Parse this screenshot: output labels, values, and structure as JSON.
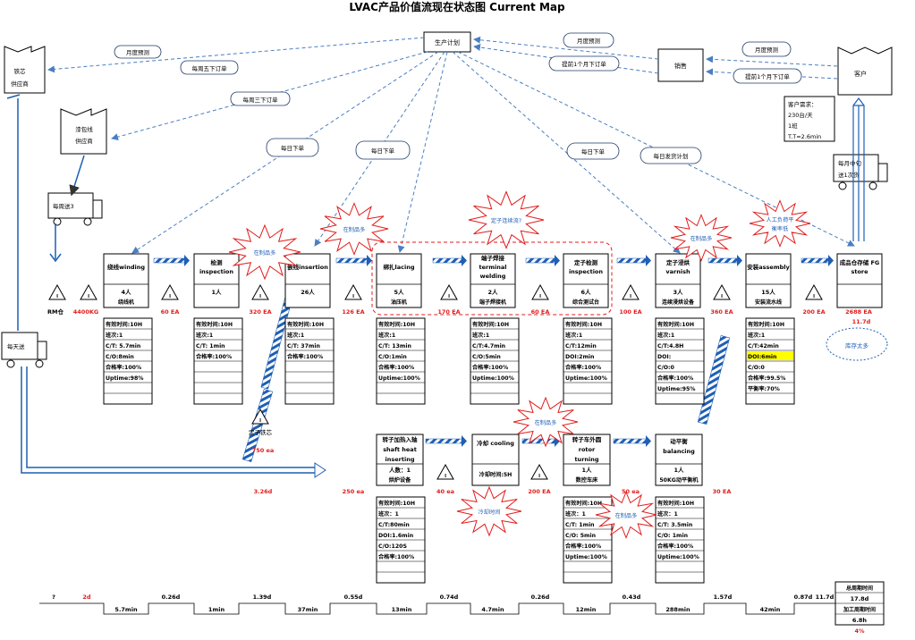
{
  "title": "LVAC产品价值流现在状态图 Current Map",
  "control": {
    "label": "生产计划"
  },
  "sales": {
    "label": "销售"
  },
  "customer": {
    "label": "客户",
    "demand": [
      "客户需求：",
      "230台/天",
      "1班",
      "T.T=2.6min"
    ]
  },
  "supplier_core": {
    "lines": [
      "铁芯",
      "供应商"
    ]
  },
  "supplier_wire": {
    "lines": [
      "漆包线",
      "供应商"
    ]
  },
  "truck_weekly3": "每周送3",
  "truck_daily": "每天送",
  "truck_monthly": [
    "每月中旬",
    "送1次货"
  ],
  "info_labels": {
    "monthly_forecast_1": "月度预测",
    "weekly_5": "每周五下订单",
    "weekly_3": "每周三下订单",
    "daily_1": "每日下单",
    "daily_2": "每日下单",
    "monthly_forecast_2": "月度预测",
    "order_1month_1": "提前1个月下订单",
    "monthly_forecast_3": "月度预测",
    "order_1month_2": "提前1个月下订单",
    "daily_3": "每日下单",
    "daily_ship": "每日发货计划"
  },
  "processes_top": [
    {
      "name": [
        "绕线winding"
      ],
      "people": "4人",
      "equip": "绕线机",
      "data": [
        "有效时间:10H",
        "班次:1",
        "C/T:  5.7min",
        "C/O:8min",
        "合格率:100%",
        "Uptime:98%"
      ]
    },
    {
      "name": [
        "检测",
        "inspection"
      ],
      "people": "1人",
      "equip": "",
      "data": [
        "有效时间:10H",
        "班次:1",
        "C/T:  1min",
        "合格率:100%"
      ]
    },
    {
      "name": [
        "嵌线insertion"
      ],
      "people": "26人",
      "equip": "",
      "data": [
        "有效时间:10H",
        "班次:1",
        "C/T:  37min",
        "合格率:100%"
      ]
    },
    {
      "name": [
        "绑扎lacing"
      ],
      "people": "5人",
      "equip": "油压机",
      "data": [
        "有效时间:10H",
        "班次:1",
        "C/T:  13min",
        "C/O:1min",
        "合格率:100%",
        "Uptime:100%"
      ]
    },
    {
      "name": [
        "端子焊接",
        "terminal",
        "welding"
      ],
      "people": "2人",
      "equip": "端子焊接机",
      "data": [
        "有效时间:10H",
        "班次:1",
        "C/T:4.7min",
        "C/O:5min",
        "合格率:100%",
        "Uptime:100%"
      ]
    },
    {
      "name": [
        "定子检测",
        "inspection"
      ],
      "people": "6人",
      "equip": "综合测试台",
      "data": [
        "有效时间:10H",
        "班次:1",
        "C/T:12min",
        "DOI:2min",
        "合格率:100%",
        "Uptime:100%"
      ]
    },
    {
      "name": [
        "定子浸烘",
        "varnish"
      ],
      "people": "3人",
      "equip": "连续浸烘设备",
      "data": [
        "有效时间:10H",
        "班次:1",
        "C/T:4.8H",
        "DOI:",
        "C/O:0",
        "合格率:100%",
        "Uptime:95%"
      ]
    },
    {
      "name": [
        "安装assembly"
      ],
      "people": "15人",
      "equip": "安装流水线",
      "data": [
        "有效时间:10H",
        "班次:1",
        "C/T:42min",
        "DOI:6min",
        "C/O:0",
        "合格率:99.5%",
        "平衡率:70%"
      ]
    },
    {
      "name": [
        "成品仓存储 FG",
        "store"
      ],
      "people": "",
      "equip": "",
      "data": []
    }
  ],
  "processes_bottom": [
    {
      "name": [
        "转子加热入轴",
        "shaft heat",
        "inserting"
      ],
      "people": "人数：1",
      "equip": "烘炉设备",
      "data": [
        "有效时间:10H",
        "班次：1",
        "C/T:80min",
        "DOI:1.6min",
        "C/O:120S",
        "合格率:100%"
      ]
    },
    {
      "name": [
        "冷却 cooling"
      ],
      "people": "",
      "equip": "冷却时间:5H",
      "data": []
    },
    {
      "name": [
        "转子车外圆",
        "rotor",
        "turning"
      ],
      "people": "1人",
      "equip": "数控车床",
      "data": [
        "有效时间:10H",
        "班次：1",
        "C/T:  1min",
        "C/O:  5min",
        "合格率:100%",
        "Uptime:100%"
      ]
    },
    {
      "name": [
        "动平衡",
        "balancing"
      ],
      "people": "1人",
      "equip": "50KG动平衡机",
      "data": [
        "有效时间:10H",
        "班次：1",
        "C/T:  3.5min",
        "C/O:  1min",
        "合格率:100%",
        "Uptime:100%"
      ]
    }
  ],
  "inventory_top": [
    "RM仓",
    "4400KG",
    "60 EA",
    "320 EA",
    "126 EA",
    "170 EA",
    "60 EA",
    "100 EA",
    "360 EA",
    "200 EA",
    "2688 EA"
  ],
  "fg_days": "11.7d",
  "inventory_bottom": [
    "250 ea",
    "40 ea",
    "200 EA",
    "50 ea",
    "30 EA"
  ],
  "stator_core": {
    "label": "定子铁芯",
    "qty": "750 ea"
  },
  "rm_lead": "3.26d",
  "bursts": [
    "在制品多",
    "在制品多",
    "定子连续流?",
    "在制品多",
    "人工负荷平衡率低",
    "在制品多",
    "冷却时间",
    "在制品多"
  ],
  "burst_lines": {
    "manpower": [
      "人工负荷平",
      "衡率低"
    ]
  },
  "cloud_label": "库存太多",
  "timeline_top": [
    "?",
    "2d",
    "0.26d",
    "1.39d",
    "0.55d",
    "0.74d",
    "0.26d",
    "0.43d",
    "1.57d",
    "0.87d",
    "11.7d"
  ],
  "timeline_bottom": [
    "5.7min",
    "1min",
    "37min",
    "13min",
    "4.7min",
    "12min",
    "288min",
    "42min"
  ],
  "summary": {
    "lead_label": "总周期时间",
    "lead_value": "17.8d",
    "proc_label": "加工周期时间",
    "proc_value": "6.8h",
    "ratio": "4%"
  },
  "colors": {
    "red": "#e21c1c",
    "blue_dash": "#4a7fc1",
    "highlight": "#ffff00"
  }
}
